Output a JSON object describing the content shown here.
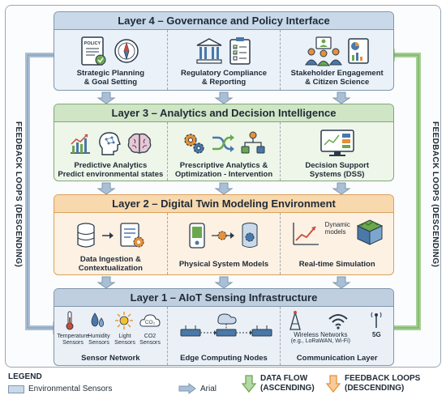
{
  "layer4": {
    "title": "Layer 4 – Governance and Policy Interface",
    "cols": [
      {
        "line1": "Strategic Planning",
        "line2": "& Goal Setting",
        "icon_text": "POLICY"
      },
      {
        "line1": "Regulatory Compliance",
        "line2": "& Reporting"
      },
      {
        "line1": "Stakeholder Engagement",
        "line2": "& Citizen Science"
      }
    ]
  },
  "layer3": {
    "title": "Layer 3 – Analytics and Decision Intelligence",
    "cols": [
      {
        "line1": "Predictive Analytics",
        "line2": "Predict environmental states"
      },
      {
        "line1": "Prescriptive Analytics &",
        "line2": "Optimization - Intervention"
      },
      {
        "line1": "Decision Support",
        "line2": "Systems (DSS)"
      }
    ]
  },
  "layer2": {
    "title": "Layer 2 – Digital Twin Modeling Environment",
    "cols": [
      {
        "line1": "Data Ingestion &",
        "line2": "Contextualization"
      },
      {
        "line1": "Physical System Models"
      },
      {
        "line1": "Real-time Simulation",
        "annotation": "Dynamic models"
      }
    ]
  },
  "layer1": {
    "title": "Layer 1 – AIoT Sensing Infrastructure",
    "sensors": [
      "Temperature Sensors",
      "Humidity Sensors",
      "Light Sensors",
      "CO2 Sensors"
    ],
    "sensor_co2_label": "CO₂",
    "cols": [
      {
        "line1": "Sensor Network"
      },
      {
        "line1": "Edge Computing Nodes"
      },
      {
        "line1": "Communication Layer",
        "wireless": "Wireless Networks",
        "wireless_sub": "(e.g., LoRaWAN, Wi-Fi)",
        "g5": "5G"
      }
    ]
  },
  "side_left": "FEEDBACK LOOPS (DESCENDING)",
  "side_right": "FEEDBACK LOOPS (DESCENDING)",
  "legend": {
    "title": "LEGEND",
    "item1": "Environmental Sensors",
    "item2": "Arial",
    "item3_line1": "DATA FLOW",
    "item3_line2": "(ASCENDING)",
    "item4_line1": "FEEDBACK LOOPS",
    "item4_line2": "(DESCENDING)"
  },
  "colors": {
    "data_flow": "#6aa84f",
    "feedback": "#e69138",
    "arrow_blue": "#a9bfd6"
  }
}
